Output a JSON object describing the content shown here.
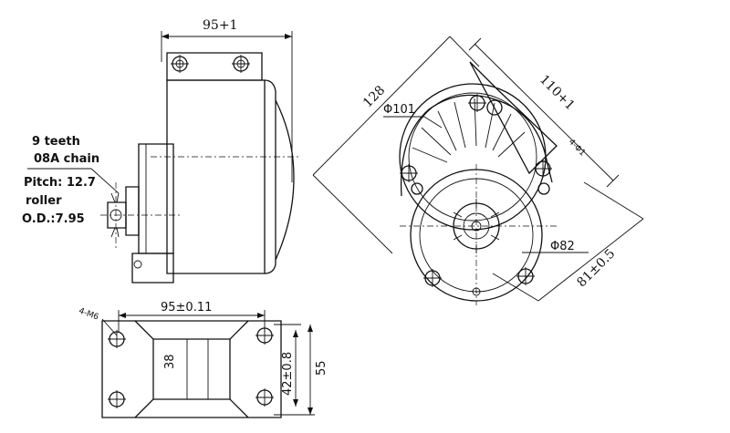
{
  "side_view": {
    "width_dim": "95+1",
    "callout_lines": [
      "9 teeth",
      "08A chain",
      "Pitch: 12.7",
      "roller",
      "O.D.:7.95"
    ]
  },
  "front_view": {
    "diag_dim": "128",
    "diag_dim2": "110+1",
    "bore_dia": "Φ101",
    "flange_dia": "Φ82",
    "radius_dim": "81±0.5",
    "mark": "4-Φ1"
  },
  "bottom_view": {
    "holes": "4-M6",
    "hole_spacing": "95±0.11",
    "inner_width": "38",
    "hole_pitch": "42±0.8",
    "total_width": "55"
  }
}
